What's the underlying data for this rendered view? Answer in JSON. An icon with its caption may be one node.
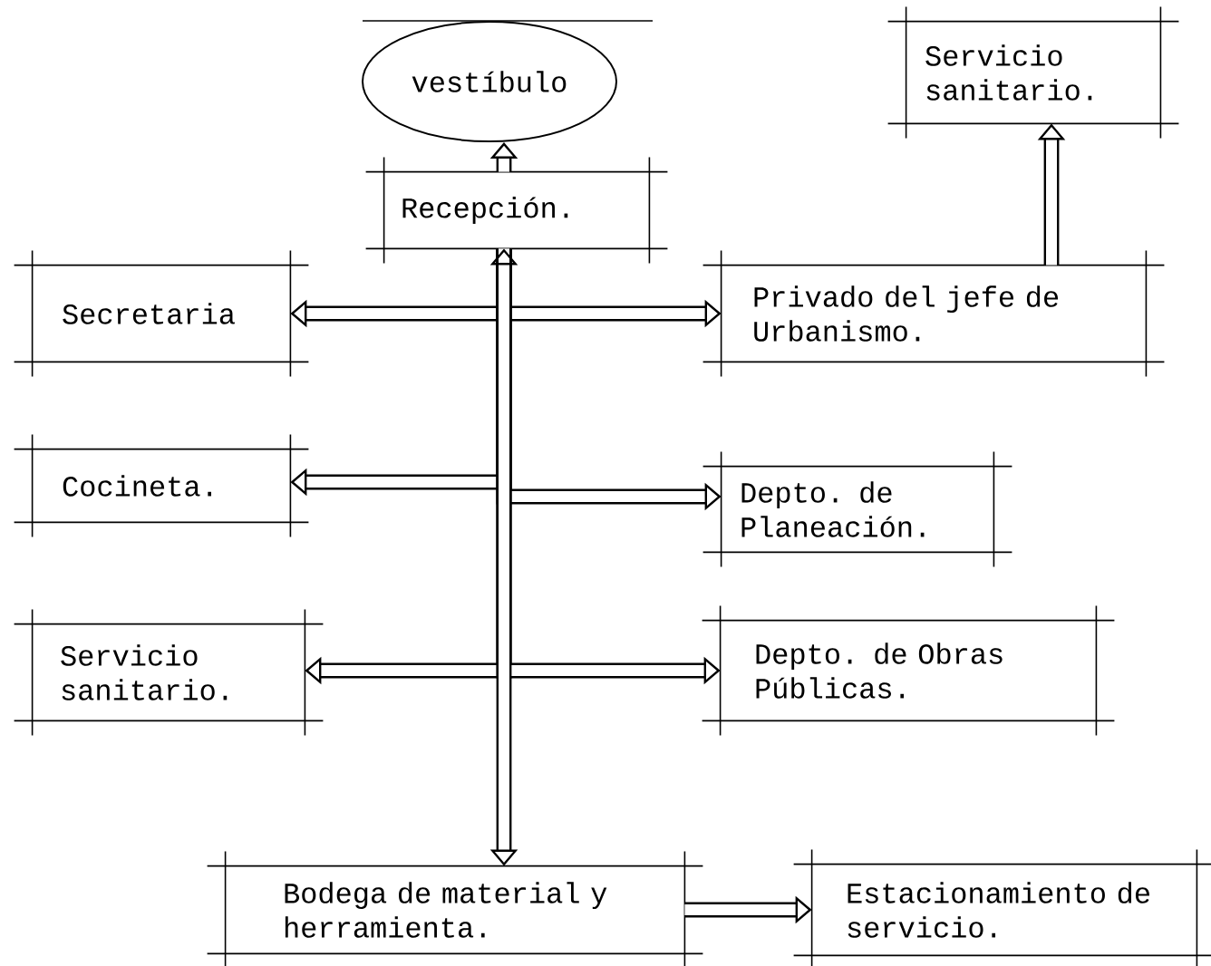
{
  "diagram": {
    "nodes": [
      {
        "text": [
          "vestíbulo"
        ]
      },
      {
        "text": [
          "Recepción."
        ]
      },
      {
        "text": [
          "Secretaria"
        ]
      },
      {
        "text": [
          "Privado del jefe de Urbanismo."
        ]
      },
      {
        "text": [
          "Servicio sanitario."
        ]
      },
      {
        "text": [
          "Cocineta."
        ]
      },
      {
        "text": [
          "Depto. de Planeación."
        ]
      },
      {
        "text": [
          "Servicio sanitario."
        ]
      },
      {
        "text": [
          "Depto. de Obras Públicas."
        ]
      },
      {
        "text": [
          "Bodega de material y herramienta."
        ]
      },
      {
        "text": [
          "Estacionamiento de servicio."
        ]
      }
    ],
    "edges": [
      {
        "from": 1,
        "to": 0,
        "arrow": "to"
      },
      {
        "from": 1,
        "to": 2,
        "arrow": "to"
      },
      {
        "from": 1,
        "to": 3,
        "arrow": "to"
      },
      {
        "from": 1,
        "to": 5,
        "arrow": "to"
      },
      {
        "from": 1,
        "to": 6,
        "arrow": "to"
      },
      {
        "from": 1,
        "to": 7,
        "arrow": "to"
      },
      {
        "from": 1,
        "to": 8,
        "arrow": "to"
      },
      {
        "from": 1,
        "to": 9,
        "arrow": "both"
      },
      {
        "from": 3,
        "to": 4,
        "arrow": "to"
      },
      {
        "from": 9,
        "to": 10,
        "arrow": "to"
      }
    ]
  }
}
